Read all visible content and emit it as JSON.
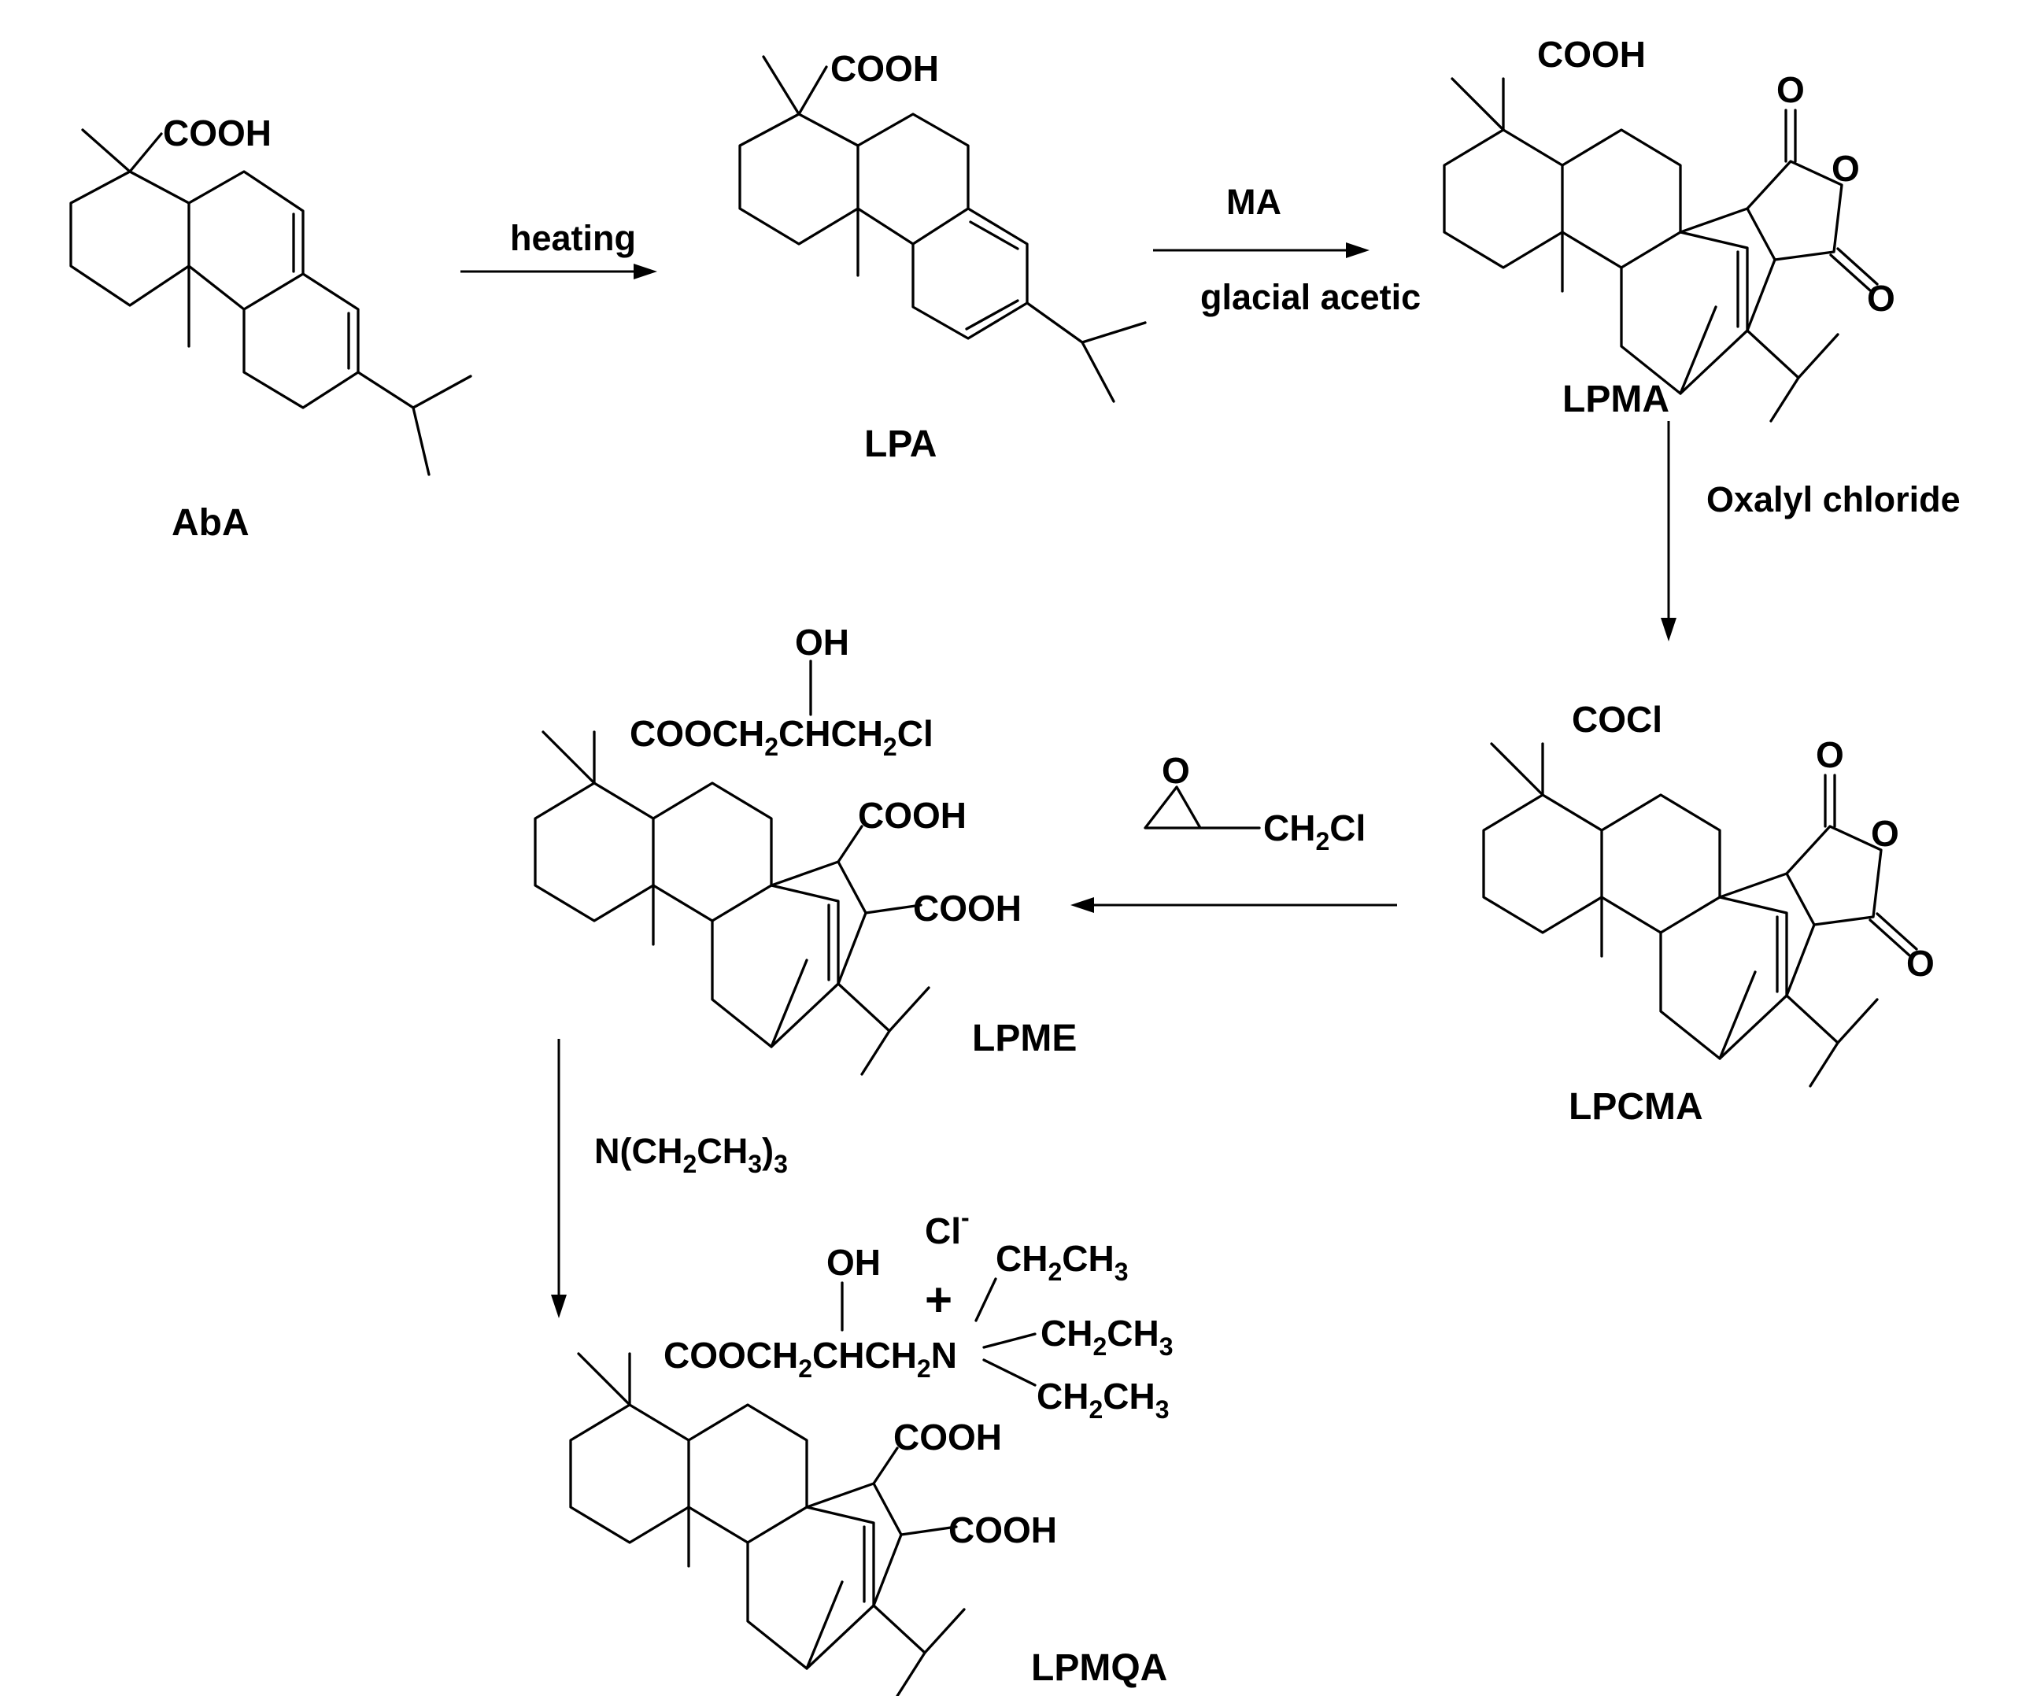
{
  "compounds": {
    "aba": {
      "name": "AbA",
      "group": "COOH"
    },
    "lpa": {
      "name": "LPA",
      "group": "COOH"
    },
    "lpma": {
      "name": "LPMA",
      "group": "COOH",
      "o1": "O",
      "o2": "O",
      "o3": "O"
    },
    "lpcma": {
      "name": "LPCMA",
      "group": "COCl",
      "o1": "O",
      "o2": "O",
      "o3": "O"
    },
    "lpme": {
      "name": "LPME",
      "oh": "OH",
      "ester_a": "COOCH",
      "ester_s1": "2",
      "ester_b": "CHCH",
      "ester_s2": "2",
      "ester_c": "Cl",
      "acid1": "COOH",
      "acid2": "COOH"
    },
    "lpmqa": {
      "name": "LPMQA",
      "oh": "OH",
      "anion": "Cl",
      "anion_charge": "-",
      "cation_charge": "+",
      "ester_a": "COOCH",
      "ester_s1": "2",
      "ester_b": "CHCH",
      "ester_s2": "2",
      "ester_n": "N",
      "ethyl_a": "CH",
      "ethyl_s1": "2",
      "ethyl_b": "CH",
      "ethyl_s2": "3",
      "acid1": "COOH",
      "acid2": "COOH"
    }
  },
  "steps": {
    "heating": "heating",
    "ma": "MA",
    "solvent": "glacial acetic",
    "oxalyl": "Oxalyl chloride",
    "epoxide_o": "O",
    "epoxide_a": "CH",
    "epoxide_s": "2",
    "epoxide_b": "Cl",
    "amine_a": "N(CH",
    "amine_s1": "2",
    "amine_b": "CH",
    "amine_s2": "3",
    "amine_c": ")",
    "amine_s3": "3"
  }
}
